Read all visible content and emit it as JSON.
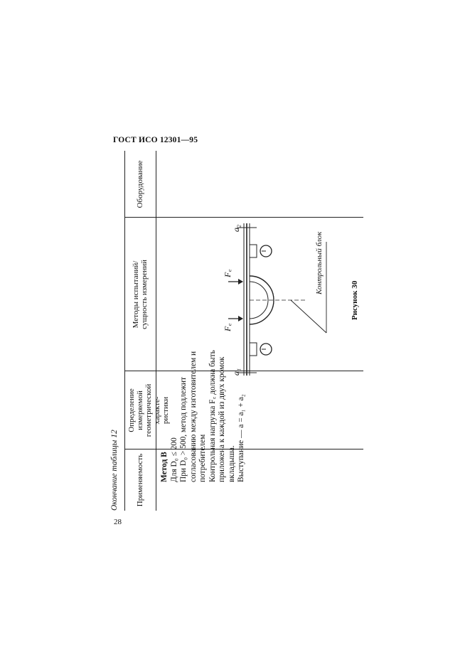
{
  "header": {
    "standard": "ГОСТ ИСО 12301—95"
  },
  "page": {
    "number": "28"
  },
  "table": {
    "continuation": "Окончание таблицы 12",
    "columns": [
      {
        "label": "Применяемость"
      },
      {
        "label_lines": [
          "Определение измеряемой",
          "геометрической характе-",
          "ристики"
        ]
      },
      {
        "label_lines": [
          "Методы испытаний/",
          "сущность измерений"
        ]
      },
      {
        "label": "Оборудование"
      }
    ],
    "method": {
      "title": "Метод В",
      "line1": "Для D₀ ≤ 200",
      "line2a": "При D₀ > 500, метод подлежит",
      "line2b": "согласованию между изготовителем и",
      "line2c": "потребителем",
      "line3a": "Контрольная нагрузка F꜀ должна быть",
      "line3b": "приложена к каждой из двух кромок",
      "line3c": "вкладыша.",
      "formula": "Выступание — a = a₁ + a₂"
    },
    "figure": {
      "label_force_left": "F꜀",
      "label_force_right": "F꜀",
      "label_a1": "a₁",
      "label_a2": "a₂",
      "label_block": "Контрольный блок",
      "caption": "Рисунок 30"
    }
  }
}
